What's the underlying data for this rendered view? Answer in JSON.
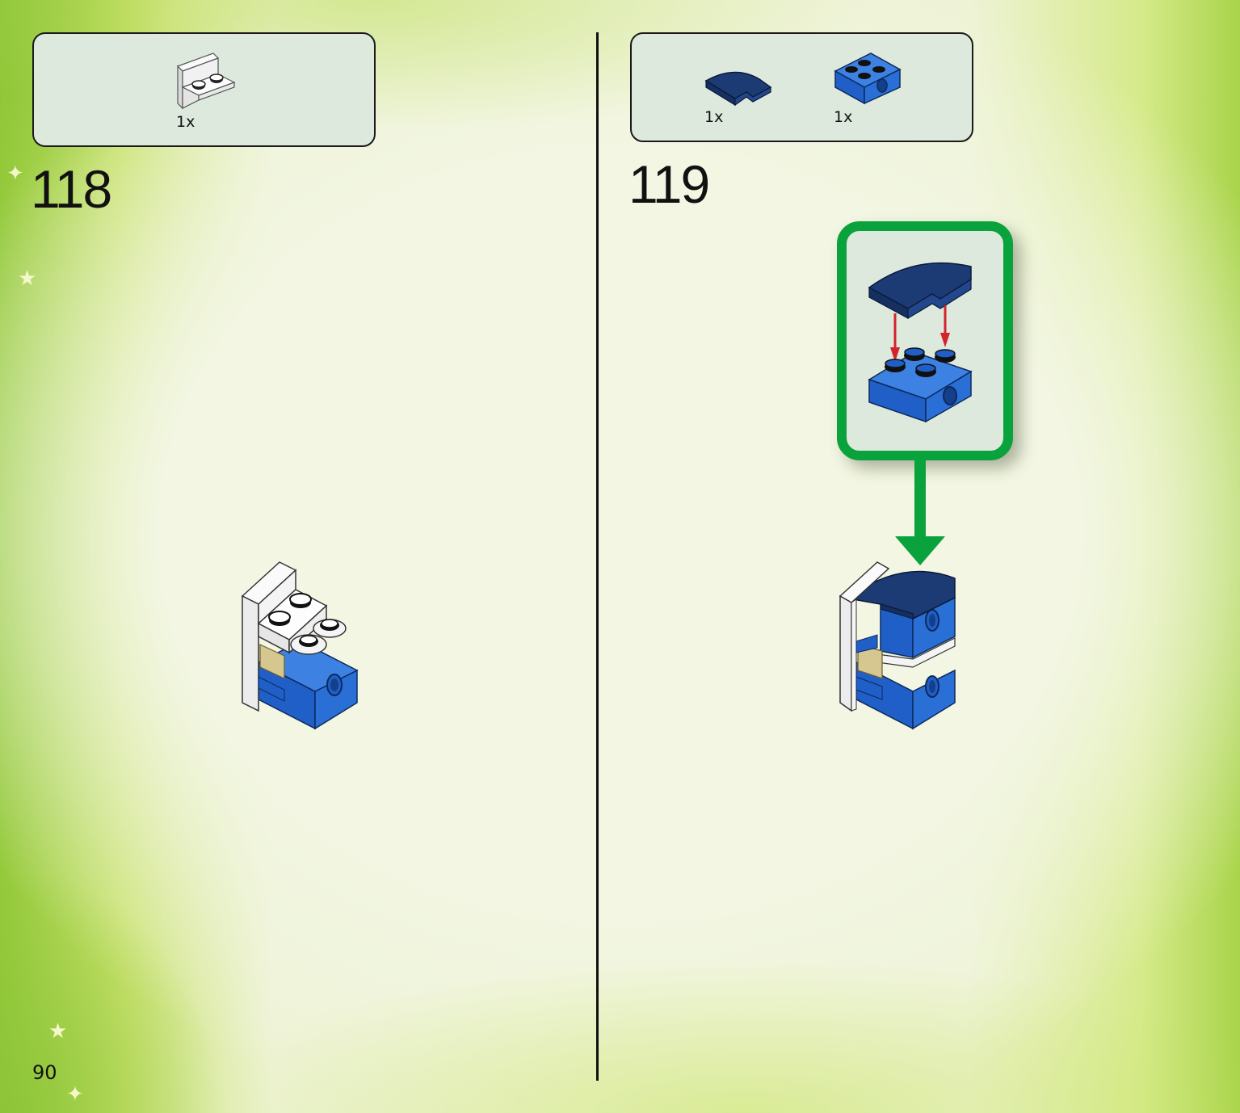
{
  "page": {
    "number": "90"
  },
  "steps": [
    {
      "number": "118",
      "parts": [
        {
          "qty": "1x",
          "part": "white-bracket-1x2-2x2"
        }
      ]
    },
    {
      "number": "119",
      "parts": [
        {
          "qty": "1x",
          "part": "dark-blue-curved-slope-2x2"
        },
        {
          "qty": "1x",
          "part": "blue-technic-brick-with-pin-hole"
        }
      ]
    }
  ],
  "colors": {
    "accent_green": "#0aa23c",
    "blue": "#1f5fc7",
    "dark_blue": "#1c3b75",
    "tan": "#d6c690",
    "white_part": "#f4f4f4",
    "arrow_red": "#d4232b"
  }
}
